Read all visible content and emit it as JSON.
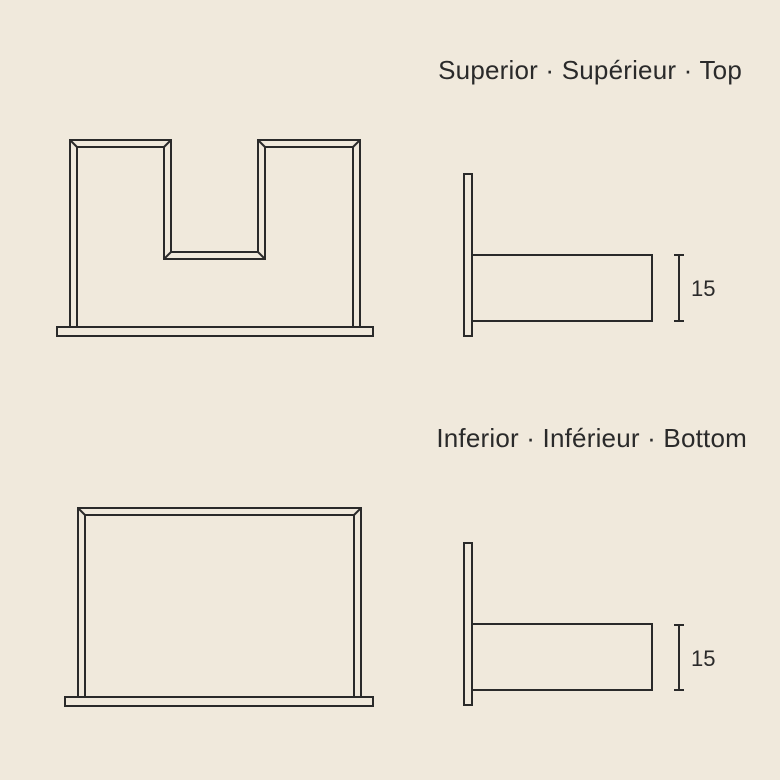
{
  "sections": {
    "top": {
      "title": "Superior · Supérieur · Top",
      "dimension": "15"
    },
    "bottom": {
      "title": "Inferior · Inférieur · Bottom",
      "dimension": "15"
    }
  },
  "colors": {
    "background": "#f0e9dc",
    "line": "#2a2a2a"
  }
}
